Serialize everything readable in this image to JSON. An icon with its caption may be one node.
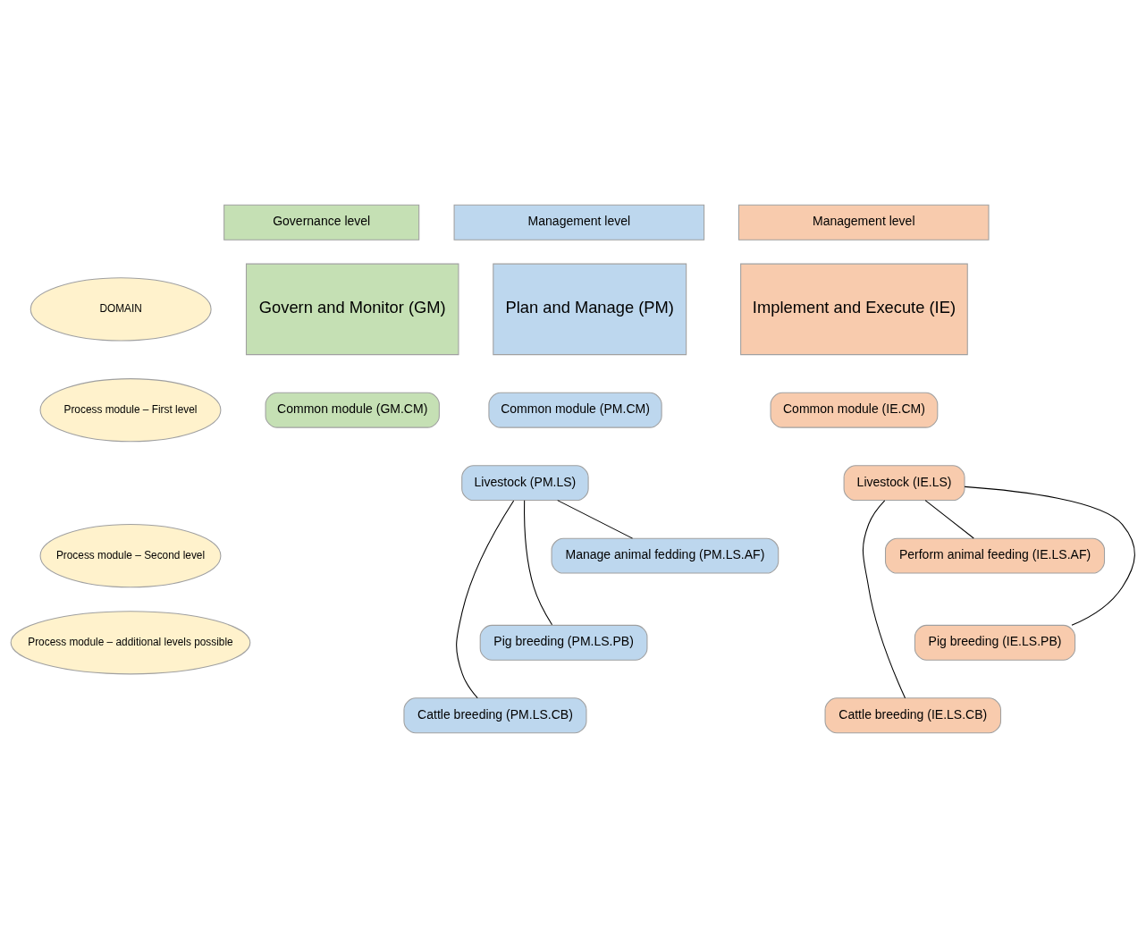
{
  "diagram": {
    "nodes": [
      {
        "text": [
          "Governance level"
        ]
      },
      {
        "text": [
          "Management level"
        ]
      },
      {
        "text": [
          "Management level"
        ]
      },
      {
        "text": [
          "DOMAIN"
        ]
      },
      {
        "text": [
          "Process module – First level"
        ]
      },
      {
        "text": [
          "Process module – Second level"
        ]
      },
      {
        "text": [
          "Process module – additional levels possible"
        ]
      },
      {
        "text": [
          "Govern and Monitor (GM)"
        ]
      },
      {
        "text": [
          "Plan and Manage (PM)"
        ]
      },
      {
        "text": [
          "Implement and Execute (IE)"
        ]
      },
      {
        "text": [
          "Common module (GM.CM)"
        ]
      },
      {
        "text": [
          "Common module (PM.CM)"
        ]
      },
      {
        "text": [
          "Livestock (PM.LS)"
        ]
      },
      {
        "text": [
          "Common module (IE.CM)"
        ]
      },
      {
        "text": [
          "Livestock (IE.LS)"
        ]
      },
      {
        "text": [
          "Manage animal fedding (PM.LS.AF)"
        ]
      },
      {
        "text": [
          "Pig breeding (PM.LS.PB)"
        ]
      },
      {
        "text": [
          "Cattle breeding (PM.LS.CB)"
        ]
      },
      {
        "text": [
          "Perform animal feeding (IE.LS.AF)"
        ]
      },
      {
        "text": [
          "Pig breeding (IE.LS.PB)"
        ]
      },
      {
        "text": [
          "Cattle breeding (IE.LS.CB)"
        ]
      }
    ],
    "edges": [
      {
        "from": 12,
        "to": 15,
        "arrow": "none"
      },
      {
        "from": 12,
        "to": 16,
        "arrow": "none"
      },
      {
        "from": 12,
        "to": 17,
        "arrow": "none"
      },
      {
        "from": 14,
        "to": 18,
        "arrow": "none"
      },
      {
        "from": 14,
        "to": 19,
        "arrow": "none"
      },
      {
        "from": 14,
        "to": 20,
        "arrow": "none"
      }
    ]
  }
}
